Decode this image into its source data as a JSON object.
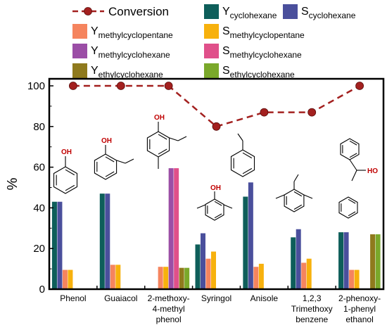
{
  "chart_data": {
    "type": "bar",
    "ylabel": "%",
    "ylim": [
      0,
      100
    ],
    "yticks": [
      0,
      20,
      40,
      60,
      80,
      100
    ],
    "categories": [
      [
        "Phenol"
      ],
      [
        "Guaiacol"
      ],
      [
        "2-methoxy-",
        "4-methyl",
        "phenol"
      ],
      [
        "Syringol"
      ],
      [
        "Anisole"
      ],
      [
        "1,2,3",
        "Trimethoxy",
        "benzene"
      ],
      [
        "2-phenoxy-",
        "1-phenyl",
        "ethanol"
      ]
    ],
    "series": [
      {
        "key": "y_chx",
        "name": "Y",
        "sub": "cyclohexane",
        "color": "#0e5e5a",
        "values": [
          43,
          47,
          0,
          22,
          45.5,
          25.5,
          28
        ]
      },
      {
        "key": "s_chx",
        "name": "S",
        "sub": "cyclohexane",
        "color": "#4a4f9c",
        "values": [
          43,
          47,
          0,
          27.5,
          52.5,
          29.5,
          28
        ]
      },
      {
        "key": "y_mcp",
        "name": "Y",
        "sub": "methylcyclopentane",
        "color": "#f5845e",
        "values": [
          9.5,
          12,
          11,
          15,
          11,
          13,
          9.5
        ]
      },
      {
        "key": "s_mcp",
        "name": "S",
        "sub": "methylcyclopentane",
        "color": "#f7b10d",
        "values": [
          9.5,
          12,
          11,
          18.5,
          12.5,
          15,
          9.5
        ]
      },
      {
        "key": "y_mch",
        "name": "Y",
        "sub": "methylcyclohexane",
        "color": "#9b4ea6",
        "values": [
          0,
          0,
          59.5,
          0,
          0,
          0,
          0
        ]
      },
      {
        "key": "s_mch",
        "name": "S",
        "sub": "methylcyclohexane",
        "color": "#e0508a",
        "values": [
          0,
          0,
          59.5,
          0,
          0,
          0,
          0
        ]
      },
      {
        "key": "y_ech",
        "name": "Y",
        "sub": "ethylcyclohexane",
        "color": "#8f7a1d",
        "values": [
          0,
          0,
          10.5,
          0,
          0,
          0,
          27
        ]
      },
      {
        "key": "s_ech",
        "name": "S",
        "sub": "ethylcyclohexane",
        "color": "#7aa82a",
        "values": [
          0,
          0,
          10.5,
          0,
          0,
          0,
          27
        ]
      }
    ],
    "line_series": {
      "name": "Conversion",
      "color": "#a3201f",
      "values": [
        100,
        100,
        100,
        80,
        87,
        87,
        100
      ]
    },
    "grid": false,
    "legend_position": "top"
  }
}
